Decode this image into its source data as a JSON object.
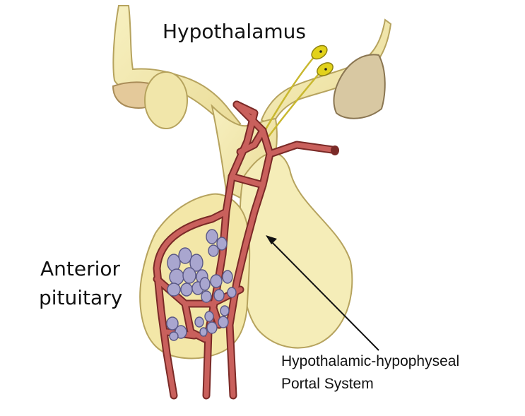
{
  "labels": {
    "hypothalamus": "Hypothalamus",
    "anterior_line1": "Anterior",
    "anterior_line2": "pituitary",
    "portal_line1": "Hypothalamic-hypophyseal",
    "portal_line2": "Portal System"
  },
  "colors": {
    "gland_fill": "#f3eab0",
    "gland_outline": "#b6a35e",
    "vessel": "#c9605c",
    "vessel_outline": "#7a2a27",
    "cell_fill": "#a9a6cf",
    "cell_outline": "#595785",
    "neuron": "#e2d21a",
    "posterior_fill": "#d8c8a2"
  },
  "icons": {
    "neuron_bodies": "neuron-icon",
    "pointer": "arrow-pointer"
  }
}
